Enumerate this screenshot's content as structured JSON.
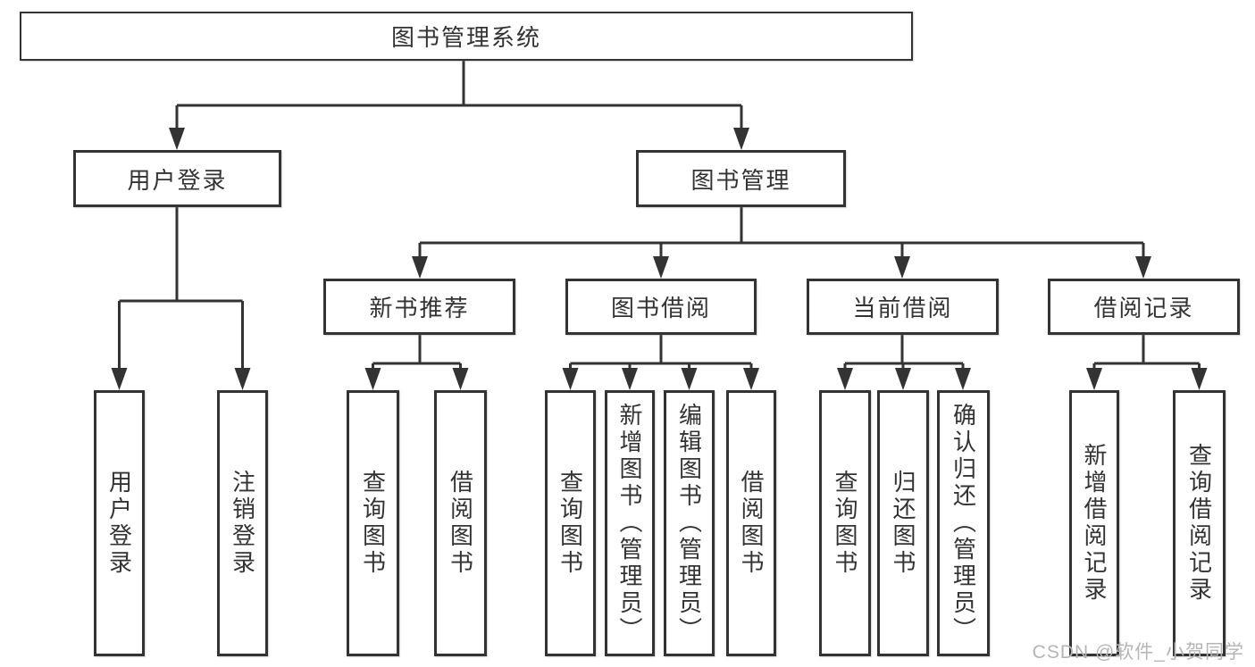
{
  "diagram": {
    "tree": {
      "label": "图书管理系统",
      "children": [
        {
          "label": "用户登录",
          "children": [
            {
              "label": "用户登录"
            },
            {
              "label": "注销登录"
            }
          ]
        },
        {
          "label": "图书管理",
          "children": [
            {
              "label": "新书推荐",
              "children": [
                {
                  "label": "查询图书"
                },
                {
                  "label": "借阅图书"
                }
              ]
            },
            {
              "label": "图书借阅",
              "children": [
                {
                  "label": "查询图书"
                },
                {
                  "label": "新增图书（管理员）"
                },
                {
                  "label": "编辑图书（管理员）"
                },
                {
                  "label": "借阅图书"
                }
              ]
            },
            {
              "label": "当前借阅",
              "children": [
                {
                  "label": "查询图书"
                },
                {
                  "label": "归还图书"
                },
                {
                  "label": "确认归还（管理员）"
                }
              ]
            },
            {
              "label": "借阅记录",
              "children": [
                {
                  "label": "新增借阅记录"
                },
                {
                  "label": "查询借阅记录"
                }
              ]
            }
          ]
        }
      ]
    }
  },
  "watermark": {
    "text": "CSDN @软件_小贺同学"
  },
  "colors": {
    "line": "#333333",
    "text": "#333333",
    "box_background": "#ffffff",
    "watermark": "#b5b5b5",
    "background": "#ffffff"
  }
}
